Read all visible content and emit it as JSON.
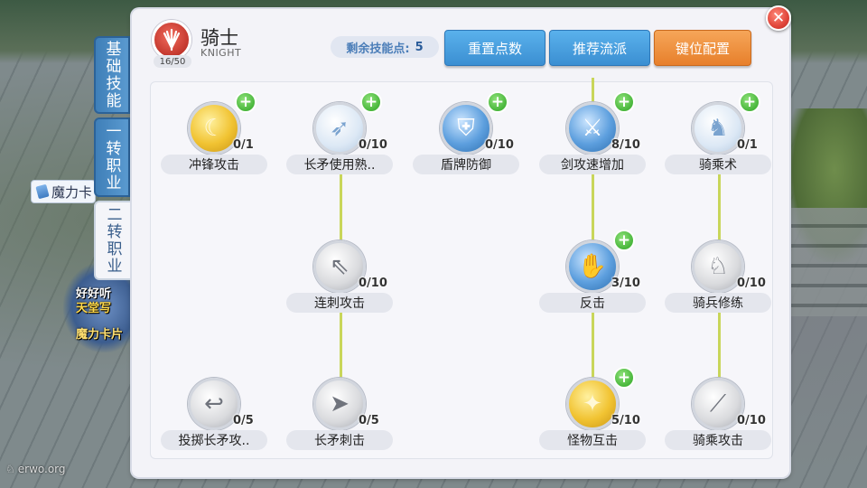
{
  "header": {
    "class_name": "骑士",
    "class_name_en": "KNIGHT",
    "level": "16/50",
    "points_label": "剩余技能点:",
    "points_value": "5",
    "buttons": {
      "reset": "重置点数",
      "recommend": "推荐流派",
      "keybind": "键位配置"
    },
    "close_symbol": "✕"
  },
  "side_tabs": [
    {
      "label": "基础技能",
      "active": false
    },
    {
      "label": "一转职业",
      "active": false
    },
    {
      "label": "二转职业",
      "active": true
    }
  ],
  "background": {
    "npc_label": "魔力卡片",
    "overhead_lines": [
      "好好听",
      "天堂写",
      "魔力卡片"
    ],
    "watermark": "erwo.org"
  },
  "skills": [
    {
      "name": "冲锋攻击",
      "level": "0/1",
      "icon": "charge-crescent-icon",
      "glyph": "☾",
      "style": "gold",
      "can_add": true
    },
    {
      "name": "长矛使用熟..",
      "level": "0/10",
      "icon": "spear-mastery-icon",
      "glyph": "➶",
      "style": "white",
      "can_add": true
    },
    {
      "name": "盾牌防御",
      "level": "0/10",
      "icon": "shield-defense-icon",
      "glyph": "⛨",
      "style": "darkblue",
      "can_add": true
    },
    {
      "name": "剑攻速增加",
      "level": "8/10",
      "icon": "sword-speed-icon",
      "glyph": "⚔",
      "style": "darkblue",
      "can_add": true
    },
    {
      "name": "骑乘术",
      "level": "0/1",
      "icon": "riding-icon",
      "glyph": "♞",
      "style": "white",
      "can_add": true
    },
    {
      "name": "连刺攻击",
      "level": "0/10",
      "icon": "pierce-combo-icon",
      "glyph": "⇖",
      "style": "grey",
      "can_add": false
    },
    {
      "name": "反击",
      "level": "3/10",
      "icon": "counter-attack-icon",
      "glyph": "✋",
      "style": "darkblue",
      "can_add": true
    },
    {
      "name": "骑兵修练",
      "level": "0/10",
      "icon": "cavalry-training-icon",
      "glyph": "♘",
      "style": "grey",
      "can_add": false
    },
    {
      "name": "投掷长矛攻..",
      "level": "0/5",
      "icon": "spear-throw-icon",
      "glyph": "↩",
      "style": "grey",
      "can_add": false
    },
    {
      "name": "长矛刺击",
      "level": "0/5",
      "icon": "spear-stab-icon",
      "glyph": "➤",
      "style": "grey",
      "can_add": false
    },
    {
      "name": "怪物互击",
      "level": "5/10",
      "icon": "monster-clash-icon",
      "glyph": "✦",
      "style": "gold",
      "can_add": true
    },
    {
      "name": "骑乘攻击",
      "level": "0/10",
      "icon": "mounted-attack-icon",
      "glyph": "⟋",
      "style": "grey",
      "can_add": false
    }
  ]
}
